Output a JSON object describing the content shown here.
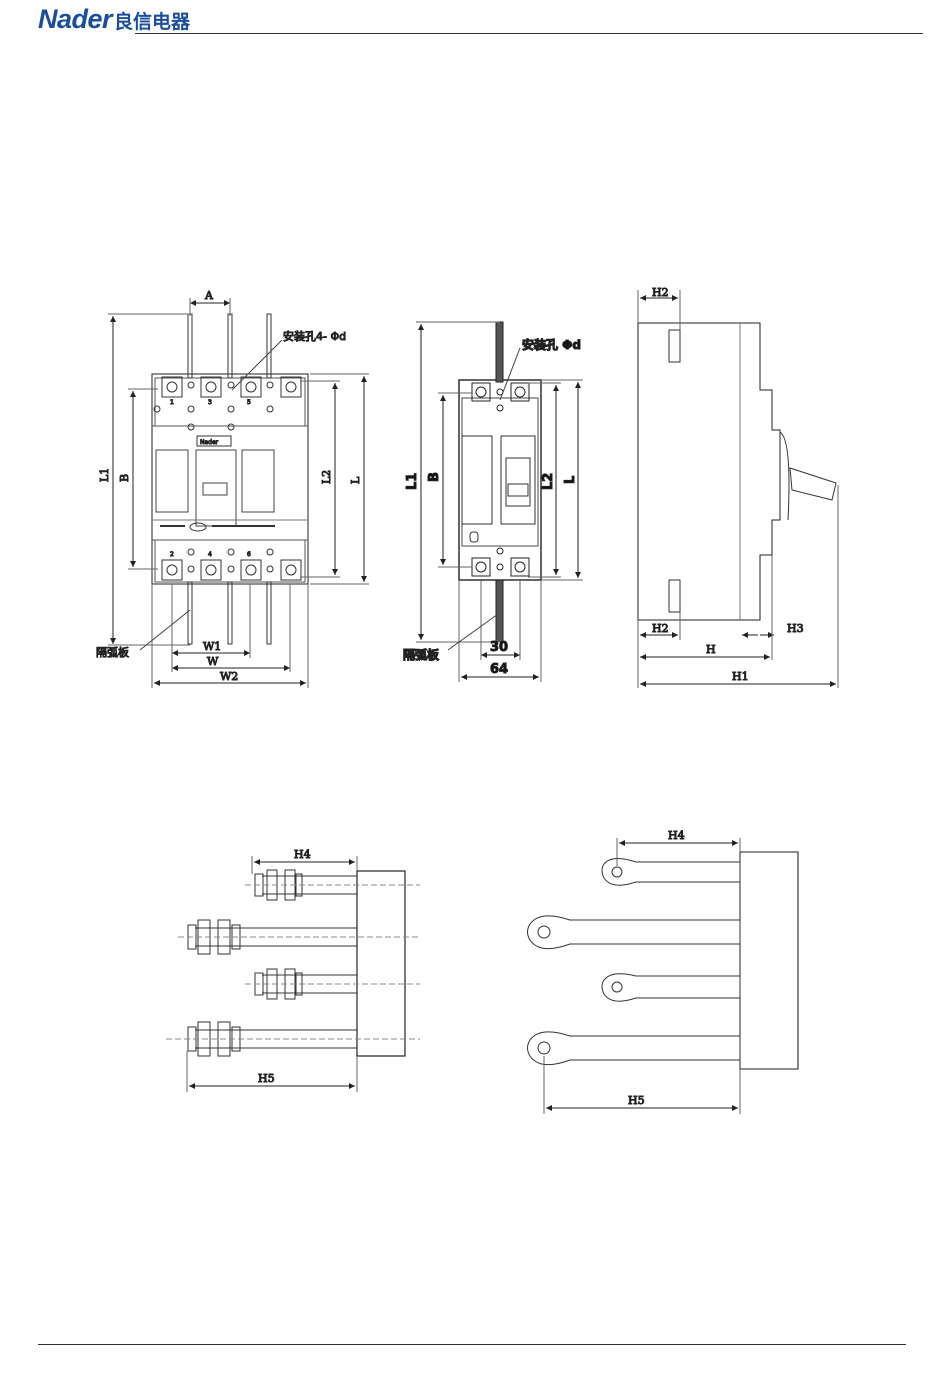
{
  "header": {
    "brand_en": "Nader",
    "brand_cn": "良信电器"
  },
  "front_view": {
    "dims": {
      "A": "A",
      "L1": "L1",
      "B": "B",
      "L2": "L2",
      "L": "L",
      "W1": "W1",
      "W": "W",
      "W2": "W2"
    },
    "mount_hole": "安装孔4- Φd",
    "arc_barrier": "隔弧板",
    "nameplate": "Nader",
    "pole_top": [
      "1",
      "3",
      "5"
    ],
    "pole_bottom": [
      "2",
      "4",
      "6"
    ]
  },
  "middle_view": {
    "dims": {
      "L1": "L1",
      "B": "B",
      "L2": "L2",
      "L": "L",
      "w30": "30",
      "w64": "64"
    },
    "mount_hole": "安装孔 Φd",
    "arc_barrier": "隔弧板"
  },
  "side_view": {
    "dims": {
      "H2_top": "H2",
      "H2_bottom": "H2",
      "H3": "H3",
      "H": "H",
      "H1": "H1"
    }
  },
  "stud_view": {
    "dims": {
      "H4": "H4",
      "H5": "H5"
    }
  },
  "lug_view": {
    "dims": {
      "H4": "H4",
      "H5": "H5"
    }
  }
}
